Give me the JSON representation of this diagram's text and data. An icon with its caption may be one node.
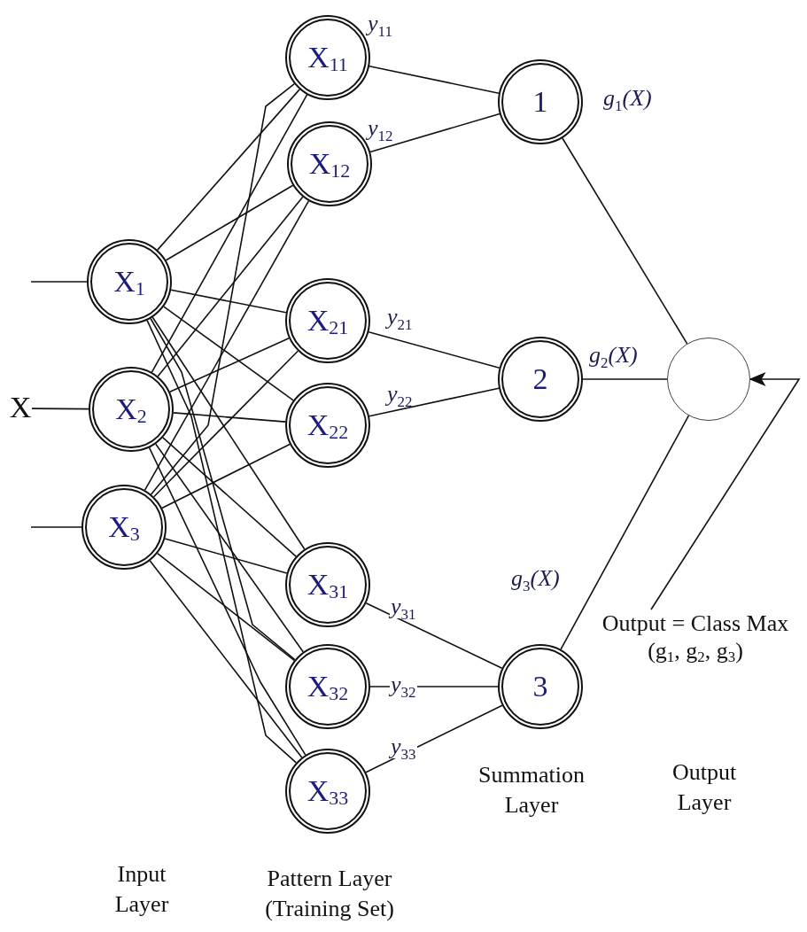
{
  "diagram": {
    "nodes": [
      {
        "text": [
          "X"
        ]
      },
      {
        "text": [
          "X$_{1}$"
        ]
      },
      {
        "text": [
          "X$_{2}$"
        ]
      },
      {
        "text": [
          "X$_{3}$"
        ]
      },
      {
        "text": [
          "X$_{11}$"
        ]
      },
      {
        "text": [
          "X$_{12}$"
        ]
      },
      {
        "text": [
          "X$_{21}$"
        ]
      },
      {
        "text": [
          "X$_{22}$"
        ]
      },
      {
        "text": [
          "X$_{31}$"
        ]
      },
      {
        "text": [
          "X$_{32}$"
        ]
      },
      {
        "text": [
          "X$_{33}$"
        ]
      },
      {
        "text": [
          "1"
        ]
      },
      {
        "text": [
          "2"
        ]
      },
      {
        "text": [
          "3"
        ]
      },
      {
        "text": [],
        "shape": "circle"
      },
      {
        "text": [
          "Output = Class Max (g$_{1}$, g$_{2}$, g$_{3}$)"
        ]
      }
    ],
    "edges": [
      {
        "from": null,
        "to": 1,
        "arrow": "none"
      },
      {
        "from": 0,
        "to": 2,
        "arrow": "none"
      },
      {
        "from": null,
        "to": 3,
        "arrow": "none"
      },
      {
        "from": 1,
        "to": 4,
        "arrow": "none"
      },
      {
        "from": 1,
        "to": 5,
        "arrow": "none"
      },
      {
        "from": 1,
        "to": 6,
        "arrow": "none"
      },
      {
        "from": 1,
        "to": 7,
        "arrow": "none"
      },
      {
        "from": 1,
        "to": 8,
        "arrow": "none"
      },
      {
        "from": 1,
        "to": 9,
        "arrow": "none"
      },
      {
        "from": 1,
        "to": 10,
        "arrow": "none"
      },
      {
        "from": 2,
        "to": 4,
        "arrow": "none"
      },
      {
        "from": 2,
        "to": 5,
        "arrow": "none"
      },
      {
        "from": 2,
        "to": 6,
        "arrow": "none"
      },
      {
        "from": 2,
        "to": 7,
        "arrow": "none"
      },
      {
        "from": 2,
        "to": 8,
        "arrow": "none"
      },
      {
        "from": 2,
        "to": 9,
        "arrow": "none"
      },
      {
        "from": 2,
        "to": 10,
        "arrow": "none"
      },
      {
        "from": 3,
        "to": 4,
        "arrow": "none"
      },
      {
        "from": 3,
        "to": 5,
        "arrow": "none"
      },
      {
        "from": 3,
        "to": 6,
        "arrow": "none"
      },
      {
        "from": 3,
        "to": 7,
        "arrow": "none"
      },
      {
        "from": 3,
        "to": 8,
        "arrow": "none"
      },
      {
        "from": 3,
        "to": 9,
        "arrow": "none"
      },
      {
        "from": 3,
        "to": 10,
        "arrow": "none"
      },
      {
        "from": 4,
        "to": 11,
        "arrow": "none",
        "label": "y$_{11}$"
      },
      {
        "from": 5,
        "to": 11,
        "arrow": "none",
        "label": "y$_{12}$"
      },
      {
        "from": 6,
        "to": 12,
        "arrow": "none",
        "label": "y$_{21}$"
      },
      {
        "from": 7,
        "to": 12,
        "arrow": "none",
        "label": "y$_{22}$"
      },
      {
        "from": 8,
        "to": 13,
        "arrow": "none",
        "label": "y$_{31}$"
      },
      {
        "from": 9,
        "to": 13,
        "arrow": "none",
        "label": "y$_{32}$"
      },
      {
        "from": 10,
        "to": 13,
        "arrow": "none",
        "label": "y$_{33}$"
      },
      {
        "from": 11,
        "to": 14,
        "arrow": "none",
        "label": "g$_{1}$(X)"
      },
      {
        "from": 12,
        "to": 14,
        "arrow": "none",
        "label": "g$_{2}$(X)"
      },
      {
        "from": 13,
        "to": 14,
        "arrow": "none",
        "label": "g$_{3}$(X)"
      },
      {
        "from": 15,
        "to": 14,
        "arrow": "to"
      }
    ],
    "labels": [
      "Input Layer",
      "Pattern Layer (Training Set)",
      "Summation Layer",
      "Output Layer"
    ]
  }
}
